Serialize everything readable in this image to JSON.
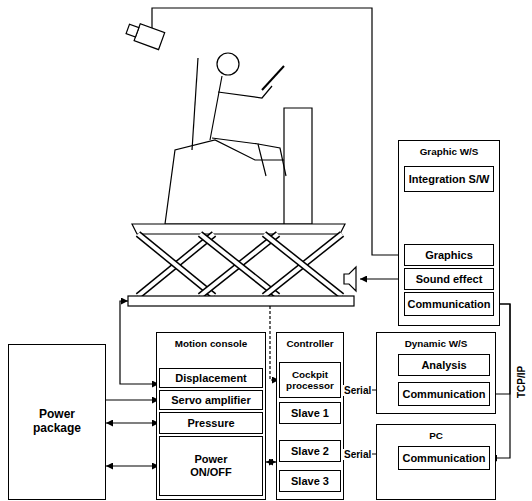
{
  "diagram": {
    "nodes": [
      {
        "text": [
          "Graphic W/S"
        ]
      },
      {
        "text": [
          "Integration S/W"
        ],
        "in": 0
      },
      {
        "text": [
          "Graphics"
        ],
        "in": 0
      },
      {
        "text": [
          "Sound effect"
        ],
        "in": 0
      },
      {
        "text": [
          "Communication"
        ],
        "in": 0
      },
      {
        "text": [
          "Dynamic W/S"
        ]
      },
      {
        "text": [
          "Analysis"
        ],
        "in": 5
      },
      {
        "text": [
          "Communication"
        ],
        "in": 5
      },
      {
        "text": [
          "PC"
        ]
      },
      {
        "text": [
          "Communication"
        ],
        "in": 8
      },
      {
        "text": [
          "Motion console"
        ]
      },
      {
        "text": [
          "Displacement"
        ],
        "in": 10
      },
      {
        "text": [
          "Servo amplifier"
        ],
        "in": 10
      },
      {
        "text": [
          "Pressure"
        ],
        "in": 10
      },
      {
        "text": [
          "Power ON/OFF"
        ],
        "in": 10
      },
      {
        "text": [
          "Controller"
        ]
      },
      {
        "text": [
          "Cockpit processor"
        ],
        "in": 15
      },
      {
        "text": [
          "Slave 1"
        ],
        "in": 15
      },
      {
        "text": [
          "Slave 2"
        ],
        "in": 15
      },
      {
        "text": [
          "Slave 3"
        ],
        "in": 15
      },
      {
        "text": [
          "Power package"
        ]
      }
    ],
    "edges": [
      {
        "from": 4,
        "to": 7,
        "arrow": "none"
      },
      {
        "from": 4,
        "to": 9,
        "arrow": "to"
      },
      {
        "from": 16,
        "to": 7,
        "label": "Serial",
        "arrow": "none"
      },
      {
        "from": 18,
        "to": 9,
        "label": "Serial",
        "arrow": "none"
      },
      {
        "from": 10,
        "to": 15,
        "arrow": "both"
      },
      {
        "from": 20,
        "to": 12,
        "arrow": "to"
      },
      {
        "from": 20,
        "to": 13,
        "arrow": "both"
      },
      {
        "from": 20,
        "to": 14,
        "arrow": "both"
      }
    ],
    "labels": [
      "TCP/IP"
    ]
  }
}
